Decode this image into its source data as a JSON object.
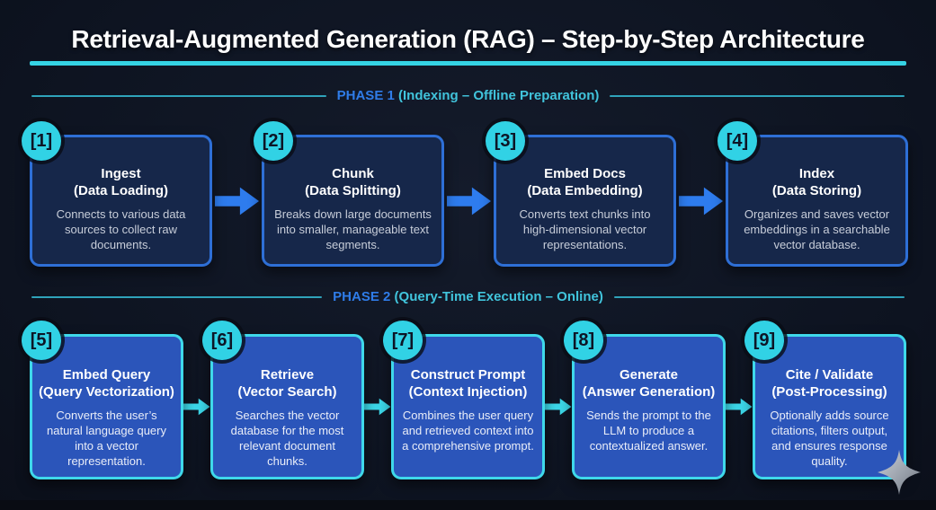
{
  "title": "Retrieval-Augmented Generation (RAG) – Step-by-Step Architecture",
  "phases": [
    {
      "label": "PHASE 1",
      "subtitle": "(Indexing – Offline Preparation)",
      "steps": [
        {
          "badge": "[1]",
          "title": "Ingest",
          "subtitle": "(Data Loading)",
          "description": "Connects to various data sources to collect raw documents."
        },
        {
          "badge": "[2]",
          "title": "Chunk",
          "subtitle": "(Data Splitting)",
          "description": "Breaks down large documents into smaller, manageable text segments."
        },
        {
          "badge": "[3]",
          "title": "Embed Docs",
          "subtitle": "(Data Embedding)",
          "description": "Converts text chunks into high-dimensional vector representations."
        },
        {
          "badge": "[4]",
          "title": "Index",
          "subtitle": "(Data Storing)",
          "description": "Organizes and saves vector embeddings in a searchable vector database."
        }
      ]
    },
    {
      "label": "PHASE 2",
      "subtitle": "(Query-Time Execution – Online)",
      "steps": [
        {
          "badge": "[5]",
          "title": "Embed Query",
          "subtitle": "(Query Vectorization)",
          "description": "Converts the user’s natural language query into a vector representation."
        },
        {
          "badge": "[6]",
          "title": "Retrieve",
          "subtitle": "(Vector Search)",
          "description": "Searches the vector database for the most relevant document chunks."
        },
        {
          "badge": "[7]",
          "title": "Construct Prompt",
          "subtitle": "(Context Injection)",
          "description": "Combines the user query and retrieved context into a comprehensive prompt."
        },
        {
          "badge": "[8]",
          "title": "Generate",
          "subtitle": "(Answer Generation)",
          "description": "Sends the prompt to the LLM to produce a contextualized answer."
        },
        {
          "badge": "[9]",
          "title": "Cite / Validate",
          "subtitle": "(Post-Processing)",
          "description": "Optionally adds source citations, filters output, and ensures response quality."
        }
      ]
    }
  ],
  "icons": {
    "flow_arrow": "right-arrow",
    "watermark": "four-pointed-sparkle"
  },
  "colors": {
    "background": "#0d1320",
    "accent_cyan": "#35d3e4",
    "accent_blue": "#2e7cee",
    "phase_label_blue": "#2f7ce8",
    "phase_subtitle_cyan": "#41c4dc",
    "phase1_card_fill": "#16274a",
    "phase1_card_border": "#2e6fd6",
    "phase2_card_fill": "#2b55ba",
    "phase2_card_border": "#3fd8ea",
    "badge_fill": "#31d2e5",
    "badge_text": "#0d1526",
    "title_text": "#ffffff",
    "phase1_body_text": "#c7cdd9",
    "phase2_body_text": "#e9edf8"
  }
}
